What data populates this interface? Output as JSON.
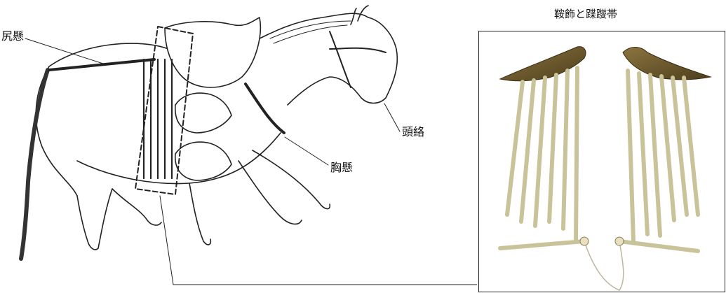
{
  "labels": {
    "crupper": "尻懸",
    "bridle": "頭絡",
    "breastplate": "胸懸",
    "photo_title": "鞍飾と蹀躞帯"
  }
}
